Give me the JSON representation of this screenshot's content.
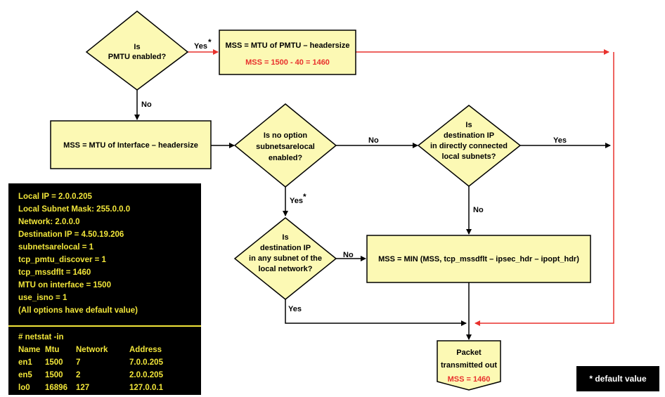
{
  "diagram": {
    "pmtu_question": [
      "Is",
      "PMTU enabled?"
    ],
    "pmtu_mss_box": {
      "line1": "MSS = MTU of PMTU – headersize",
      "line2": "MSS = 1500 - 40 = 1460"
    },
    "iface_mss_box": "MSS = MTU of Interface – headersize",
    "subnets_question": [
      "Is no option",
      "subnetsarelocal",
      "enabled?"
    ],
    "direct_question": [
      "Is",
      "destination IP",
      "in directly connected",
      "local subnets?"
    ],
    "any_subnet_question": [
      "Is",
      "destination IP",
      "in any subnet of the",
      "local network?"
    ],
    "min_mss_box": "MSS = MIN (MSS, tcp_mssdflt – ipsec_hdr – ipopt_hdr)",
    "result_box": {
      "line1": "Packet",
      "line2": "transmitted out",
      "line3": "MSS = 1460"
    },
    "labels": {
      "yes": "Yes",
      "no": "No",
      "star": "*"
    },
    "colors": {
      "box_fill": "#fcf9b4",
      "highlight_red": "#e8312d",
      "panel_text": "#f2e63a"
    }
  },
  "info_panel": {
    "params": [
      "Local IP =  2.0.0.205",
      "Local Subnet Mask: 255.0.0.0",
      "Network: 2.0.0.0",
      "Destination IP = 4.50.19.206",
      "subnetsarelocal = 1",
      "tcp_pmtu_discover = 1",
      "tcp_mssdflt = 1460",
      "MTU on interface = 1500",
      "use_isno = 1",
      "(All options have default value)"
    ],
    "netstat_cmd": "# netstat -in",
    "netstat_headers": [
      "Name",
      "Mtu",
      "Network",
      "Address"
    ],
    "netstat_rows": [
      [
        "en1",
        "1500",
        "7",
        "7.0.0.205"
      ],
      [
        "en5",
        "1500",
        "2",
        "2.0.0.205"
      ],
      [
        "lo0",
        "16896",
        "127",
        "127.0.0.1"
      ]
    ]
  },
  "legend": "* default value"
}
